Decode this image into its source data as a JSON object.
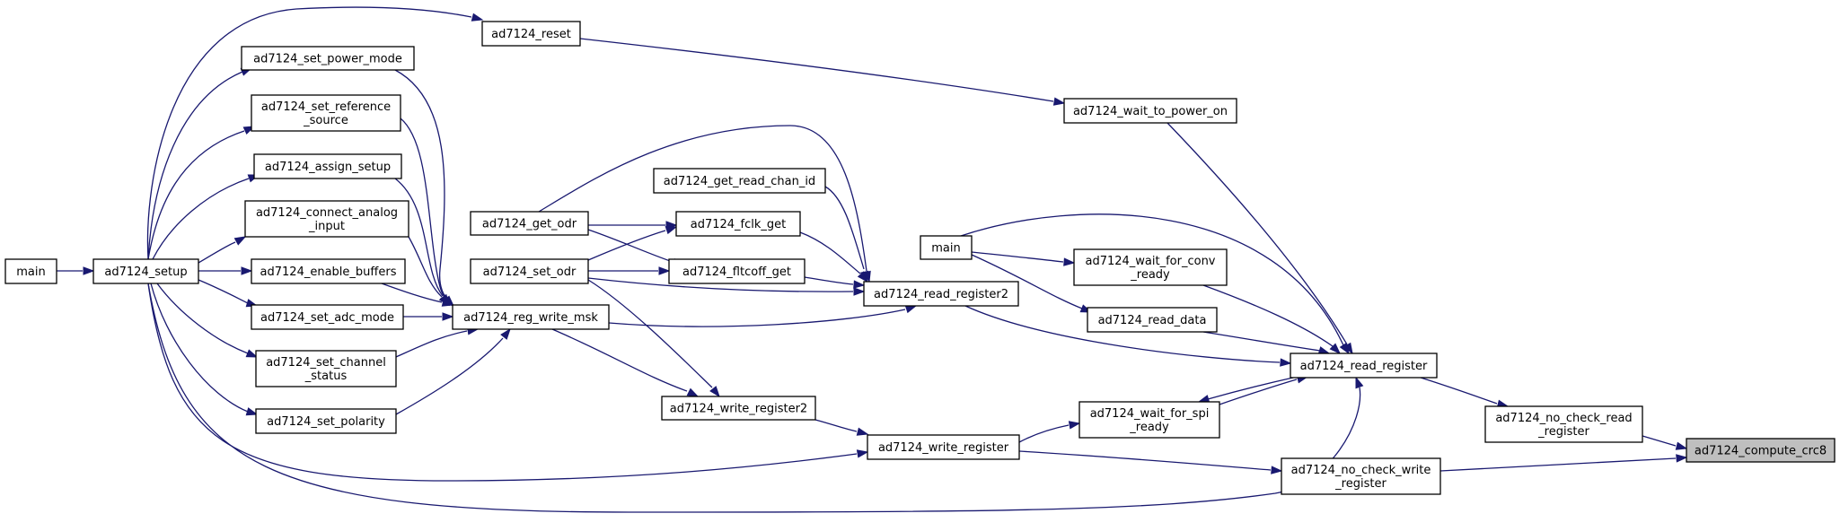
{
  "graph": {
    "nodes": [
      {
        "id": "compute_crc8",
        "lines": [
          "ad7124_compute_crc8"
        ],
        "root": true
      },
      {
        "id": "no_check_read_register",
        "lines": [
          "ad7124_no_check_read",
          "_register"
        ]
      },
      {
        "id": "no_check_write_register",
        "lines": [
          "ad7124_no_check_write",
          "_register"
        ]
      },
      {
        "id": "read_register",
        "lines": [
          "ad7124_read_register"
        ]
      },
      {
        "id": "write_register",
        "lines": [
          "ad7124_write_register"
        ]
      },
      {
        "id": "wait_to_power_on",
        "lines": [
          "ad7124_wait_to_power_on"
        ]
      },
      {
        "id": "wait_for_conv_ready",
        "lines": [
          "ad7124_wait_for_conv",
          "_ready"
        ]
      },
      {
        "id": "read_data",
        "lines": [
          "ad7124_read_data"
        ]
      },
      {
        "id": "wait_for_spi_ready",
        "lines": [
          "ad7124_wait_for_spi",
          "_ready"
        ]
      },
      {
        "id": "main_right",
        "lines": [
          "main"
        ]
      },
      {
        "id": "read_register2",
        "lines": [
          "ad7124_read_register2"
        ]
      },
      {
        "id": "write_register2",
        "lines": [
          "ad7124_write_register2"
        ]
      },
      {
        "id": "reset",
        "lines": [
          "ad7124_reset"
        ]
      },
      {
        "id": "get_read_chan_id",
        "lines": [
          "ad7124_get_read_chan_id"
        ]
      },
      {
        "id": "fclk_get",
        "lines": [
          "ad7124_fclk_get"
        ]
      },
      {
        "id": "fltcoff_get",
        "lines": [
          "ad7124_fltcoff_get"
        ]
      },
      {
        "id": "get_odr",
        "lines": [
          "ad7124_get_odr"
        ]
      },
      {
        "id": "set_odr",
        "lines": [
          "ad7124_set_odr"
        ]
      },
      {
        "id": "reg_write_msk",
        "lines": [
          "ad7124_reg_write_msk"
        ]
      },
      {
        "id": "set_power_mode",
        "lines": [
          "ad7124_set_power_mode"
        ]
      },
      {
        "id": "set_reference_source",
        "lines": [
          "ad7124_set_reference",
          "_source"
        ]
      },
      {
        "id": "assign_setup",
        "lines": [
          "ad7124_assign_setup"
        ]
      },
      {
        "id": "connect_analog_input",
        "lines": [
          "ad7124_connect_analog",
          "_input"
        ]
      },
      {
        "id": "enable_buffers",
        "lines": [
          "ad7124_enable_buffers"
        ]
      },
      {
        "id": "set_adc_mode",
        "lines": [
          "ad7124_set_adc_mode"
        ]
      },
      {
        "id": "set_channel_status",
        "lines": [
          "ad7124_set_channel",
          "_status"
        ]
      },
      {
        "id": "set_polarity",
        "lines": [
          "ad7124_set_polarity"
        ]
      },
      {
        "id": "setup",
        "lines": [
          "ad7124_setup"
        ]
      },
      {
        "id": "main_left",
        "lines": [
          "main"
        ]
      }
    ],
    "edges": [
      {
        "from": "no_check_read_register",
        "to": "compute_crc8"
      },
      {
        "from": "no_check_write_register",
        "to": "compute_crc8"
      },
      {
        "from": "read_register",
        "to": "no_check_read_register"
      },
      {
        "from": "write_register",
        "to": "no_check_write_register"
      },
      {
        "from": "wait_to_power_on",
        "to": "read_register"
      },
      {
        "from": "main_right",
        "to": "read_register"
      },
      {
        "from": "wait_for_conv_ready",
        "to": "read_register"
      },
      {
        "from": "read_data",
        "to": "read_register"
      },
      {
        "from": "read_register2",
        "to": "read_register"
      },
      {
        "from": "wait_for_spi_ready",
        "to": "read_register"
      },
      {
        "from": "read_register",
        "to": "wait_for_spi_ready"
      },
      {
        "from": "setup",
        "to": "read_register"
      },
      {
        "from": "main_right",
        "to": "wait_for_conv_ready"
      },
      {
        "from": "main_right",
        "to": "read_data"
      },
      {
        "from": "write_register",
        "to": "wait_for_spi_ready"
      },
      {
        "from": "reset",
        "to": "wait_to_power_on"
      },
      {
        "from": "get_read_chan_id",
        "to": "read_register2"
      },
      {
        "from": "fclk_get",
        "to": "read_register2"
      },
      {
        "from": "fltcoff_get",
        "to": "read_register2"
      },
      {
        "from": "get_odr",
        "to": "read_register2"
      },
      {
        "from": "set_odr",
        "to": "read_register2"
      },
      {
        "from": "reg_write_msk",
        "to": "read_register2"
      },
      {
        "from": "write_register2",
        "to": "write_register"
      },
      {
        "from": "setup",
        "to": "write_register"
      },
      {
        "from": "reg_write_msk",
        "to": "write_register2"
      },
      {
        "from": "set_odr",
        "to": "write_register2"
      },
      {
        "from": "get_odr",
        "to": "fclk_get"
      },
      {
        "from": "set_odr",
        "to": "fclk_get"
      },
      {
        "from": "get_odr",
        "to": "fltcoff_get"
      },
      {
        "from": "set_odr",
        "to": "fltcoff_get"
      },
      {
        "from": "set_power_mode",
        "to": "reg_write_msk"
      },
      {
        "from": "set_reference_source",
        "to": "reg_write_msk"
      },
      {
        "from": "assign_setup",
        "to": "reg_write_msk"
      },
      {
        "from": "connect_analog_input",
        "to": "reg_write_msk"
      },
      {
        "from": "enable_buffers",
        "to": "reg_write_msk"
      },
      {
        "from": "set_adc_mode",
        "to": "reg_write_msk"
      },
      {
        "from": "set_channel_status",
        "to": "reg_write_msk"
      },
      {
        "from": "set_polarity",
        "to": "reg_write_msk"
      },
      {
        "from": "setup",
        "to": "reset"
      },
      {
        "from": "setup",
        "to": "set_power_mode"
      },
      {
        "from": "setup",
        "to": "set_reference_source"
      },
      {
        "from": "setup",
        "to": "assign_setup"
      },
      {
        "from": "setup",
        "to": "connect_analog_input"
      },
      {
        "from": "setup",
        "to": "enable_buffers"
      },
      {
        "from": "setup",
        "to": "set_adc_mode"
      },
      {
        "from": "setup",
        "to": "set_channel_status"
      },
      {
        "from": "setup",
        "to": "set_polarity"
      },
      {
        "from": "main_left",
        "to": "setup"
      }
    ]
  }
}
